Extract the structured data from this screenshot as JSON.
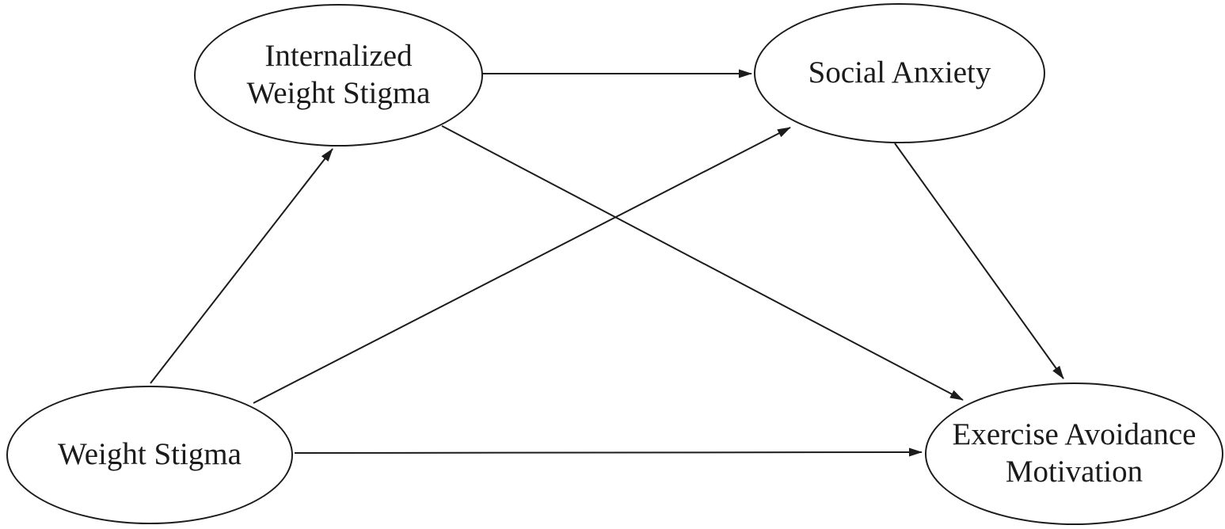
{
  "diagram": {
    "type": "path-model",
    "background_color": "#ffffff",
    "stroke_color": "#1c1c1c",
    "text_color": "#1b1b1b",
    "nodes": [
      {
        "id": "internalized-weight-stigma",
        "shape": "ellipse",
        "line1": "Internalized",
        "line2": "Weight Stigma"
      },
      {
        "id": "social-anxiety",
        "shape": "ellipse",
        "line1": "Social Anxiety",
        "line2": ""
      },
      {
        "id": "weight-stigma",
        "shape": "ellipse",
        "line1": "Weight Stigma",
        "line2": ""
      },
      {
        "id": "exercise-avoidance-motivation",
        "shape": "ellipse",
        "line1": "Exercise Avoidance",
        "line2": "Motivation"
      }
    ],
    "edges": [
      {
        "from": "Weight Stigma",
        "to": "Internalized Weight Stigma"
      },
      {
        "from": "Internalized Weight Stigma",
        "to": "Social Anxiety"
      },
      {
        "from": "Weight Stigma",
        "to": "Social Anxiety"
      },
      {
        "from": "Internalized Weight Stigma",
        "to": "Exercise Avoidance Motivation"
      },
      {
        "from": "Social Anxiety",
        "to": "Exercise Avoidance Motivation"
      },
      {
        "from": "Weight Stigma",
        "to": "Exercise Avoidance Motivation"
      }
    ]
  }
}
